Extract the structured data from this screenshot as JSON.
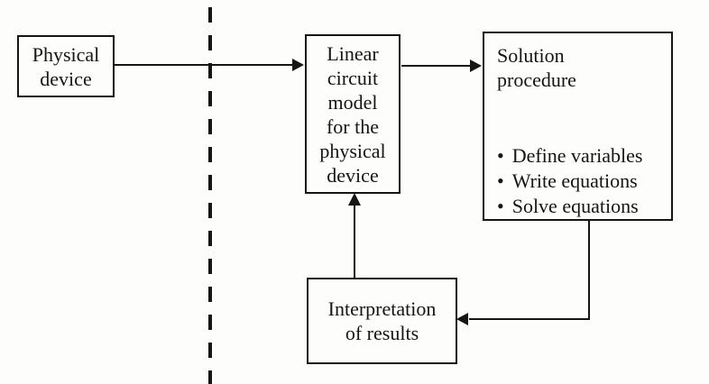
{
  "diagram": {
    "nodes": {
      "physical_device": {
        "label": "Physical device",
        "lines": [
          "Physical",
          "device"
        ]
      },
      "linear_model": {
        "label": "Linear circuit model for the physical device",
        "lines": [
          "Linear",
          "circuit",
          "model",
          "for the",
          "physical",
          "device"
        ]
      },
      "solution_procedure": {
        "label": "Solution procedure",
        "title_lines": [
          "Solution",
          "procedure"
        ],
        "bullet_glyph": "•",
        "bullets": [
          "Define variables",
          "Write equations",
          "Solve equations"
        ]
      },
      "interpretation": {
        "label": "Interpretation of results",
        "lines": [
          "Interpretation",
          "of results"
        ]
      }
    },
    "edges": [
      {
        "from": "physical_device",
        "to": "linear_model"
      },
      {
        "from": "linear_model",
        "to": "solution_procedure"
      },
      {
        "from": "solution_procedure",
        "to": "interpretation"
      },
      {
        "from": "interpretation",
        "to": "linear_model"
      }
    ],
    "colors": {
      "ink": "#151515",
      "background": "#fdfdfb"
    }
  }
}
